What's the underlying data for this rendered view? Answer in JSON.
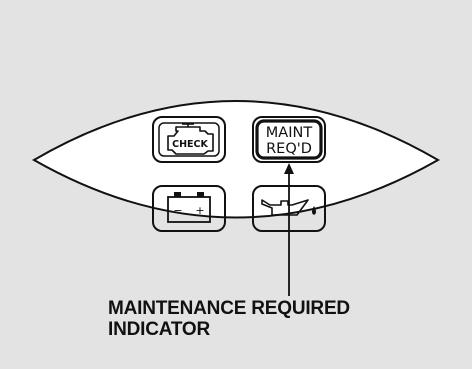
{
  "colors": {
    "background": "#e3e3e3",
    "panel": "#ffffff",
    "ink": "#111111"
  },
  "indicators": {
    "check_engine": {
      "icon": "check-engine-icon",
      "text": "CHECK"
    },
    "maintenance_required": {
      "icon": "maint-reqd-icon",
      "line1": "MAINT",
      "line2": "REQ'D"
    },
    "battery": {
      "icon": "battery-icon",
      "minus": "−",
      "plus": "+"
    },
    "oil_pressure": {
      "icon": "oil-pressure-icon"
    }
  },
  "callout": {
    "line1": "MAINTENANCE REQUIRED",
    "line2": "INDICATOR"
  }
}
